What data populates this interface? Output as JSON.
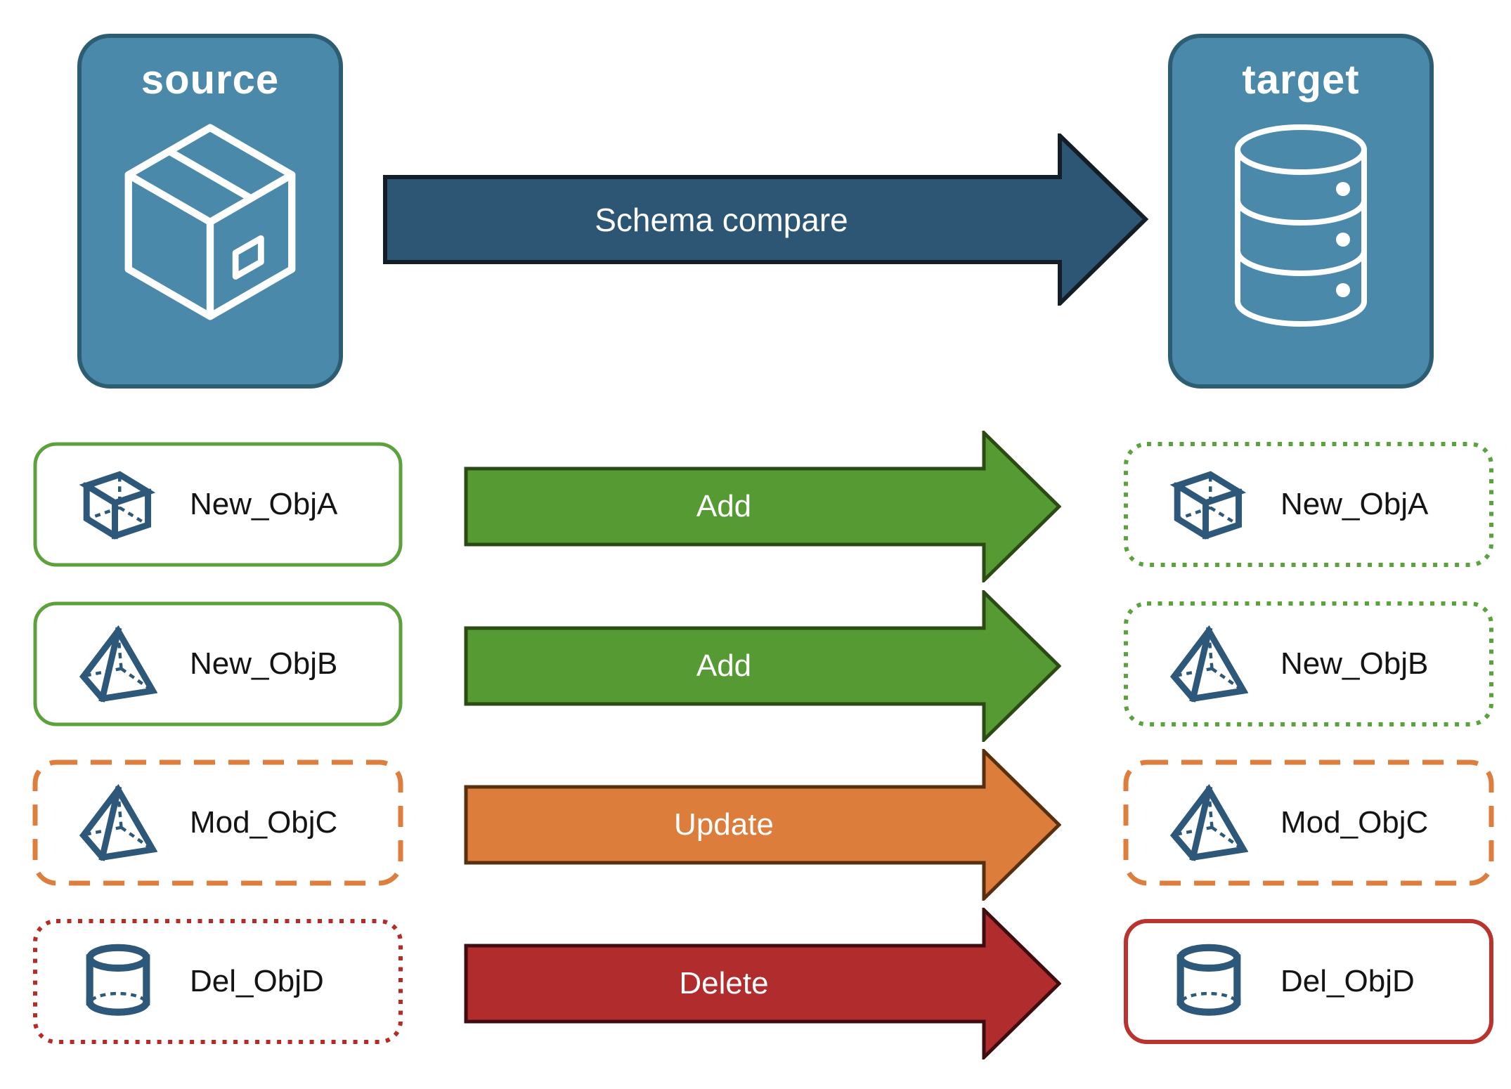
{
  "panels": {
    "source": {
      "label": "source",
      "icon": "package-icon"
    },
    "target": {
      "label": "target",
      "icon": "database-icon"
    }
  },
  "compare_arrow": {
    "label": "Schema compare"
  },
  "rows": [
    {
      "left": {
        "label": "New_ObjA",
        "icon": "cube-icon",
        "border": "solid-green"
      },
      "arrow": {
        "label": "Add",
        "variant": "add"
      },
      "right": {
        "label": "New_ObjA",
        "icon": "cube-icon",
        "border": "dotted-green"
      }
    },
    {
      "left": {
        "label": "New_ObjB",
        "icon": "pyramid-icon",
        "border": "solid-green"
      },
      "arrow": {
        "label": "Add",
        "variant": "add"
      },
      "right": {
        "label": "New_ObjB",
        "icon": "pyramid-icon",
        "border": "dotted-green"
      }
    },
    {
      "left": {
        "label": "Mod_ObjC",
        "icon": "pyramid-icon",
        "border": "dashed-orange"
      },
      "arrow": {
        "label": "Update",
        "variant": "update"
      },
      "right": {
        "label": "Mod_ObjC",
        "icon": "pyramid-icon",
        "border": "dashed-orange"
      }
    },
    {
      "left": {
        "label": "Del_ObjD",
        "icon": "cylinder-icon",
        "border": "dotted-red"
      },
      "arrow": {
        "label": "Delete",
        "variant": "delete"
      },
      "right": {
        "label": "Del_ObjD",
        "icon": "cylinder-icon",
        "border": "solid-red"
      }
    }
  ],
  "colors": {
    "panel-fill": "#4A89A9",
    "panel-border": "#2D5D72",
    "schema-arrow": "#2D5674",
    "add-green": "#569A33",
    "update-orange": "#DD7D3C",
    "delete-red": "#B02C2D",
    "green": "#5CA23C",
    "orange": "#DE7E3E",
    "red": "#B42B28",
    "red-solid": "#BA332E",
    "icon-blue": "#2D5879"
  }
}
